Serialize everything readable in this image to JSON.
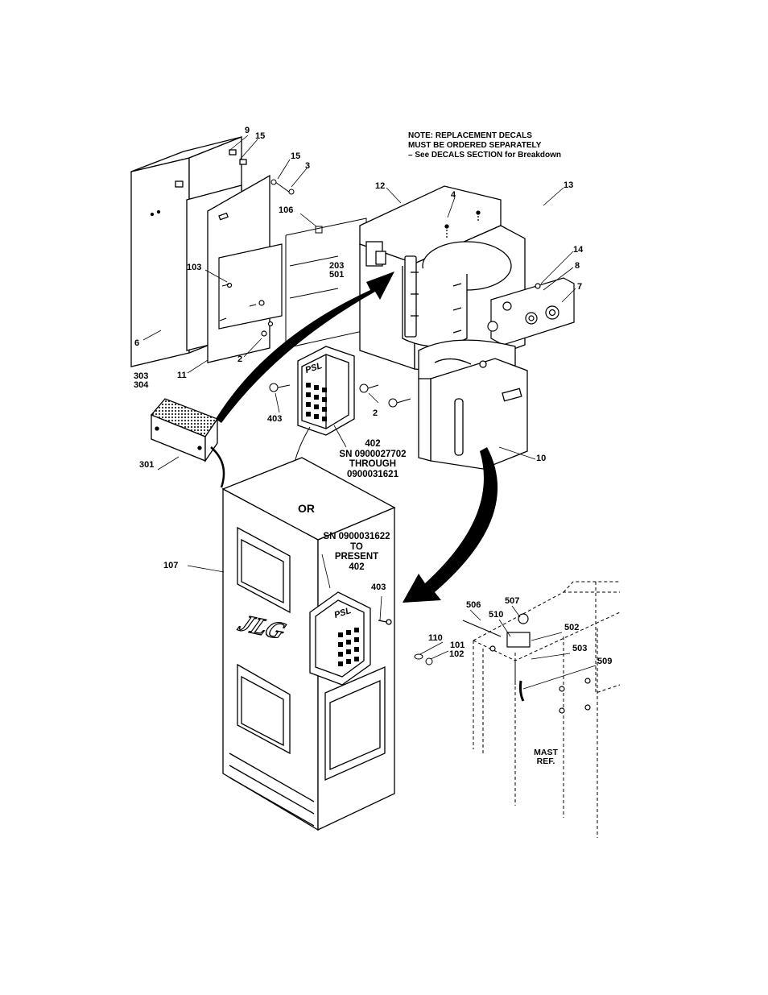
{
  "note": {
    "line1": "NOTE: REPLACEMENT DECALS",
    "line2": "MUST BE ORDERED SEPARATELY",
    "line3": "– See DECALS SECTION for Breakdown"
  },
  "callouts": {
    "c9": "9",
    "c15a": "15",
    "c15b": "15",
    "c3": "3",
    "c106": "106",
    "c103": "103",
    "c6": "6",
    "c11": "11",
    "c2a": "2",
    "c203": "203",
    "c501": "501",
    "c12": "12",
    "c4": "4",
    "c13": "13",
    "c14": "14",
    "c8": "8",
    "c7": "7",
    "c2b": "2",
    "c403a": "403",
    "c10": "10",
    "c303": "303",
    "c304": "304",
    "c301": "301",
    "c107": "107",
    "c403b": "403",
    "c506": "506",
    "c507": "507",
    "c510": "510",
    "c502": "502",
    "c503": "503",
    "c509": "509",
    "c110": "110",
    "c101": "101",
    "c102": "102"
  },
  "keypad_upper": {
    "part": "402",
    "sn_line1": "SN 0900027702",
    "sn_line2": "THROUGH",
    "sn_line3": "0900031621"
  },
  "or_label": "OR",
  "keypad_lower": {
    "sn_line1": "SN 0900031622",
    "sn_line2": "TO",
    "sn_line3": "PRESENT",
    "part": "402"
  },
  "mast_label": {
    "line1": "MAST",
    "line2": "REF."
  },
  "keypad_brand": "PSL",
  "logo_text": "JLG"
}
